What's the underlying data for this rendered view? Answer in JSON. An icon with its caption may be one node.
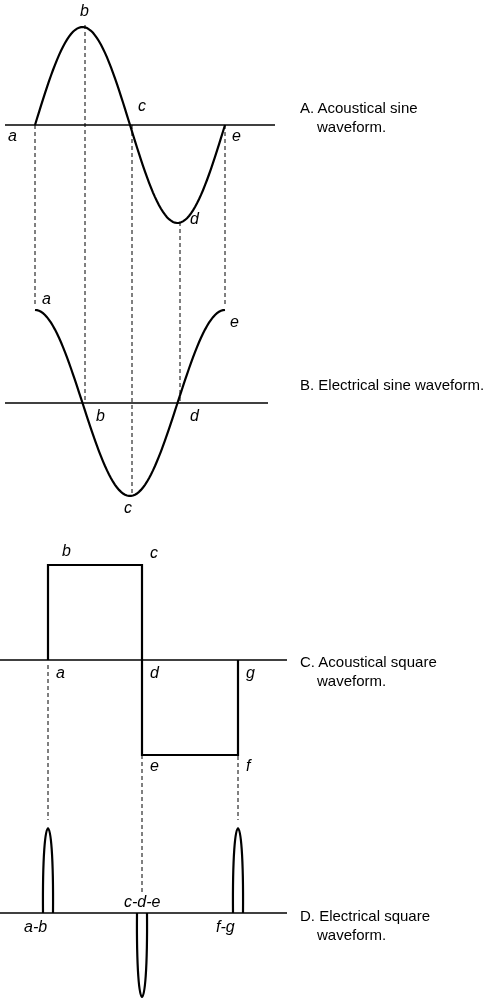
{
  "diagram": {
    "labels": [
      "b",
      "c",
      "a",
      "e",
      "A. Acoustical sine waveform.",
      "d",
      "a",
      "e",
      "B. Electrical sine waveform.",
      "b",
      "d",
      "c",
      "b",
      "c",
      "a",
      "d",
      "g",
      "C. Acoustical square waveform.",
      "e",
      "f",
      "c-d-e",
      "a-b",
      "f-g",
      "D. Electrical square waveform."
    ]
  }
}
